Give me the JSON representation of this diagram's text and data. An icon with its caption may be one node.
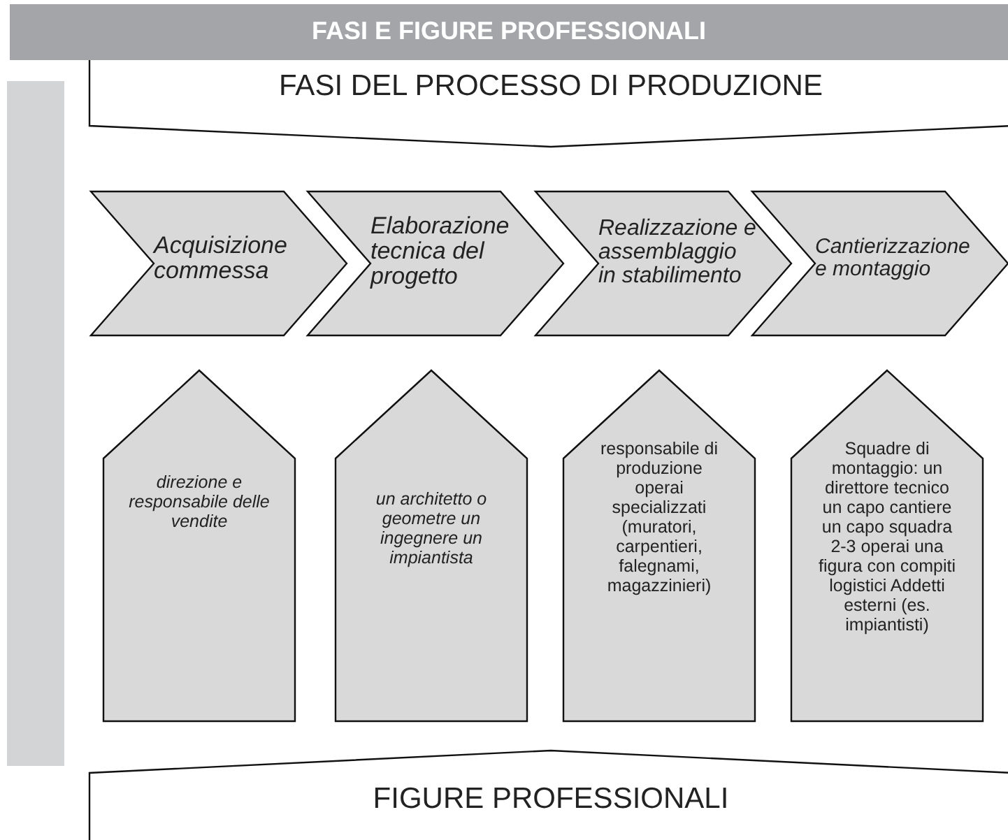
{
  "diagram": {
    "title": "FASI E FIGURE PROFESSIONALI",
    "nodes": [
      {
        "text": [
          "FASI DEL PROCESSO DI PRODUZIONE"
        ]
      },
      {
        "text": [
          "Acquisizione commessa"
        ]
      },
      {
        "text": [
          "Elaborazione tecnica del progetto"
        ]
      },
      {
        "text": [
          "Realizzazione e assemblaggio in stabilimento"
        ]
      },
      {
        "text": [
          "Cantierizzazione e montaggio"
        ]
      },
      {
        "text": [
          "direzione e responsabile delle vendite"
        ]
      },
      {
        "text": [
          "un architetto o geometre un ingegnere  un impiantista"
        ]
      },
      {
        "text": [
          "responsabile di produzione operai specializzati (muratori, carpentieri, falegnami, magazzinieri)"
        ]
      },
      {
        "text": [
          "Squadre di montaggio: un direttore tecnico un capo cantiere un capo squadra 2-3 operai una figura con compiti logistici Addetti esterni (es. impiantisti)"
        ]
      },
      {
        "text": [
          "FIGURE PROFESSIONALI"
        ]
      }
    ]
  }
}
